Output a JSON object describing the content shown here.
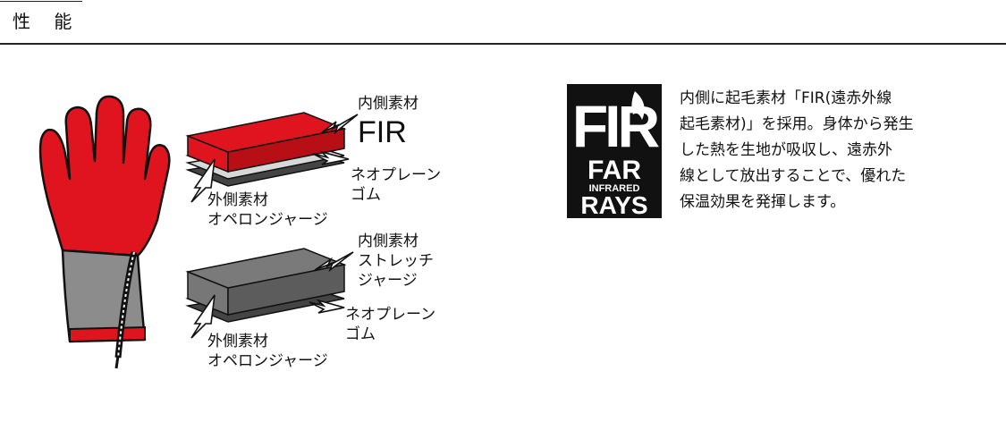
{
  "header": {
    "title": "性 能"
  },
  "diagram": {
    "top": {
      "inner_material": "内側素材",
      "inner_name": "FIR",
      "middle_line1": "ネオプレーン",
      "middle_line2": "ゴム",
      "outer_line1": "外側素材",
      "outer_line2": "オペロンジャージ"
    },
    "bottom": {
      "inner_line1": "内側素材",
      "inner_line2": "ストレッチ",
      "inner_line3": "ジャージ",
      "middle_line1": "ネオプレーン",
      "middle_line2": "ゴム",
      "outer_line1": "外側素材",
      "outer_line2": "オペロンジャージ"
    }
  },
  "logo": {
    "letters_top": "FIR",
    "line1": "FAR",
    "line2": "INFRARED",
    "line3": "RAYS"
  },
  "description": {
    "lines": [
      "内側に起毛素材「FIR(遠赤外線",
      "起毛素材)」を採用。身体から発生",
      "した熱を生地が吸収し、遠赤外",
      "線として放出することで、優れた",
      "保温効果を発揮します。"
    ]
  },
  "colors": {
    "glove_red": "#e0141e",
    "glove_gray": "#8c8c8c",
    "outline": "#111111",
    "logo_bg": "#111111"
  }
}
